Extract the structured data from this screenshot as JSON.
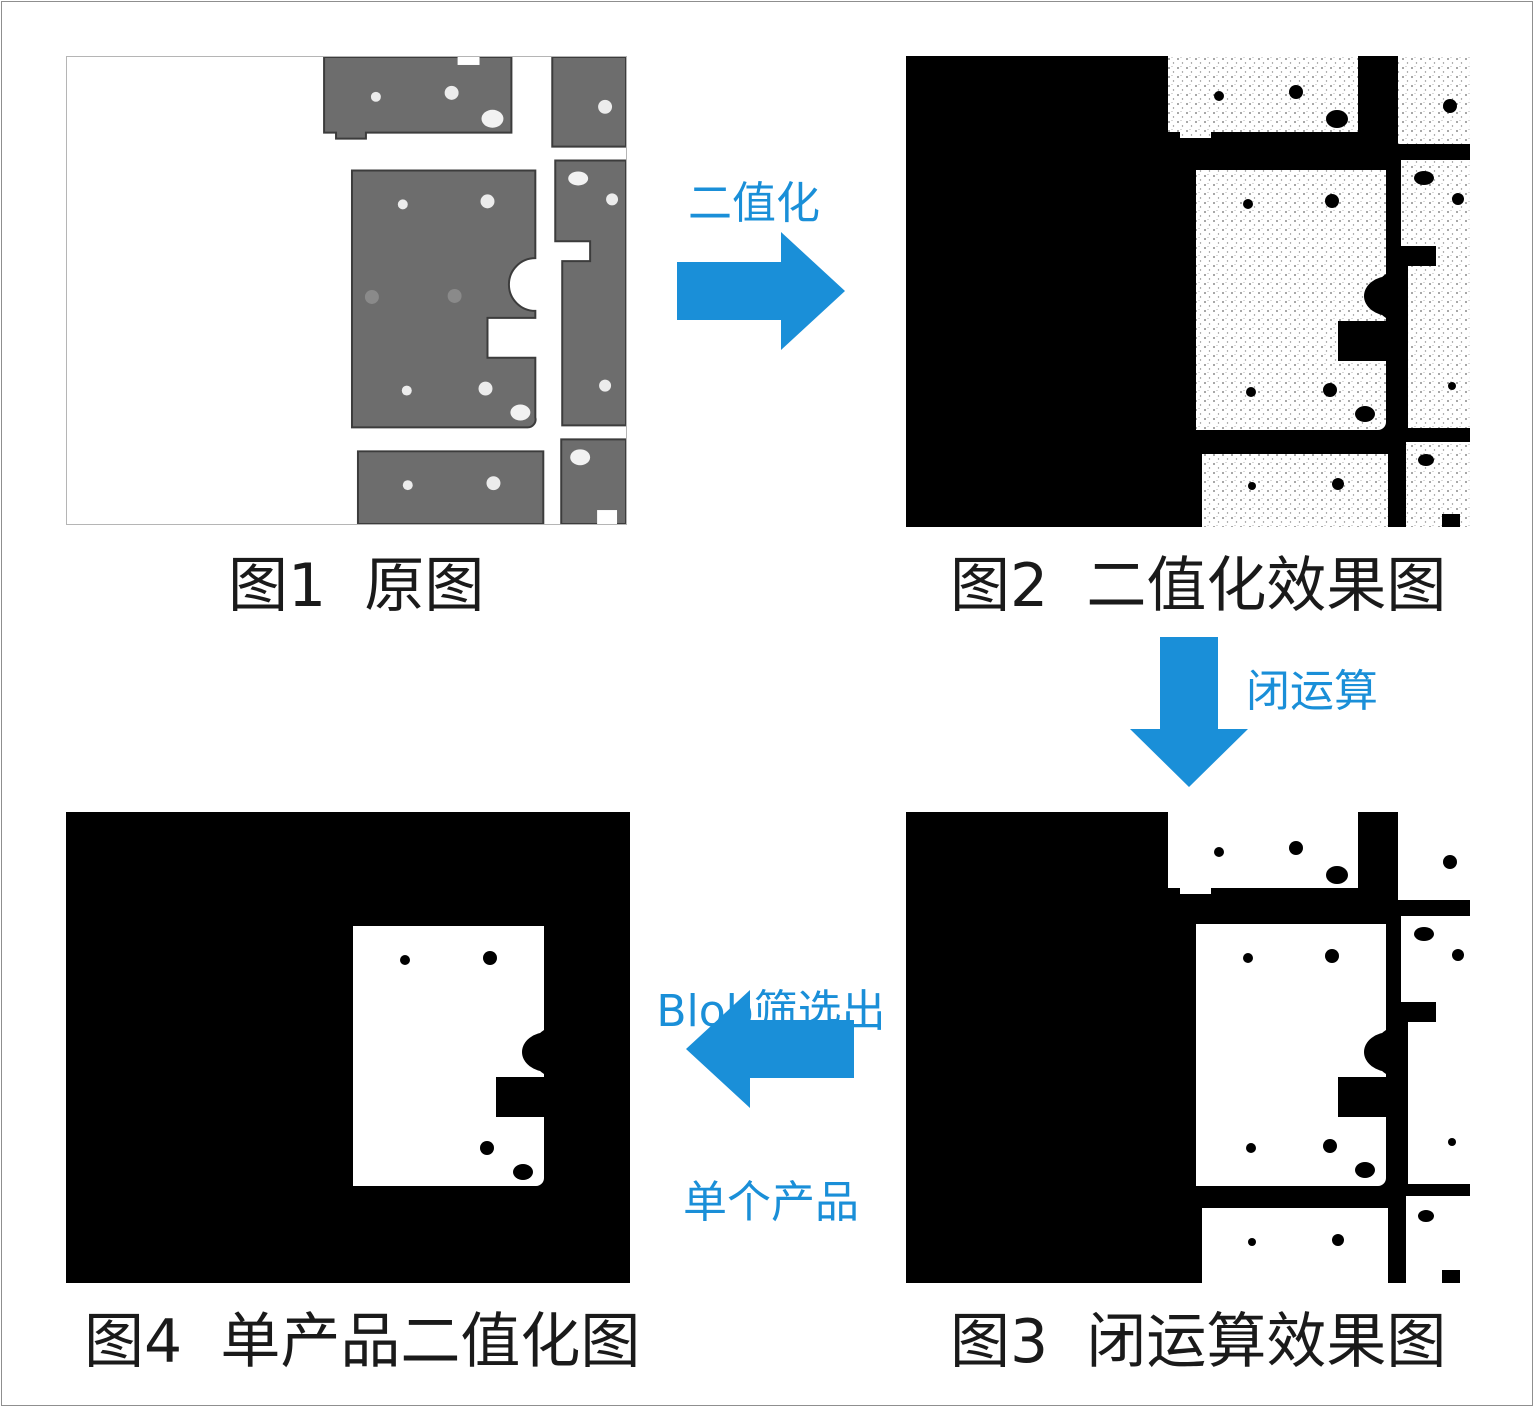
{
  "panels": [
    {
      "id": "fig1",
      "caption": "图1  原图"
    },
    {
      "id": "fig2",
      "caption": "图2  二值化效果图"
    },
    {
      "id": "fig3",
      "caption": "图3  闭运算效果图"
    },
    {
      "id": "fig4",
      "caption": "图4  单产品二值化图"
    }
  ],
  "steps": {
    "binarize": "二值化",
    "closing": "闭运算",
    "blob_line1": "Blob筛选出",
    "blob_line2": "单个产品"
  },
  "colors": {
    "accent": "#1a8fd8",
    "part_gray": "#6d6d6d",
    "part_edge": "#3c3c3c",
    "binary_black": "#000000",
    "binary_white": "#ffffff"
  },
  "icons": [
    "arrow-right-icon",
    "arrow-down-icon",
    "arrow-left-icon"
  ]
}
